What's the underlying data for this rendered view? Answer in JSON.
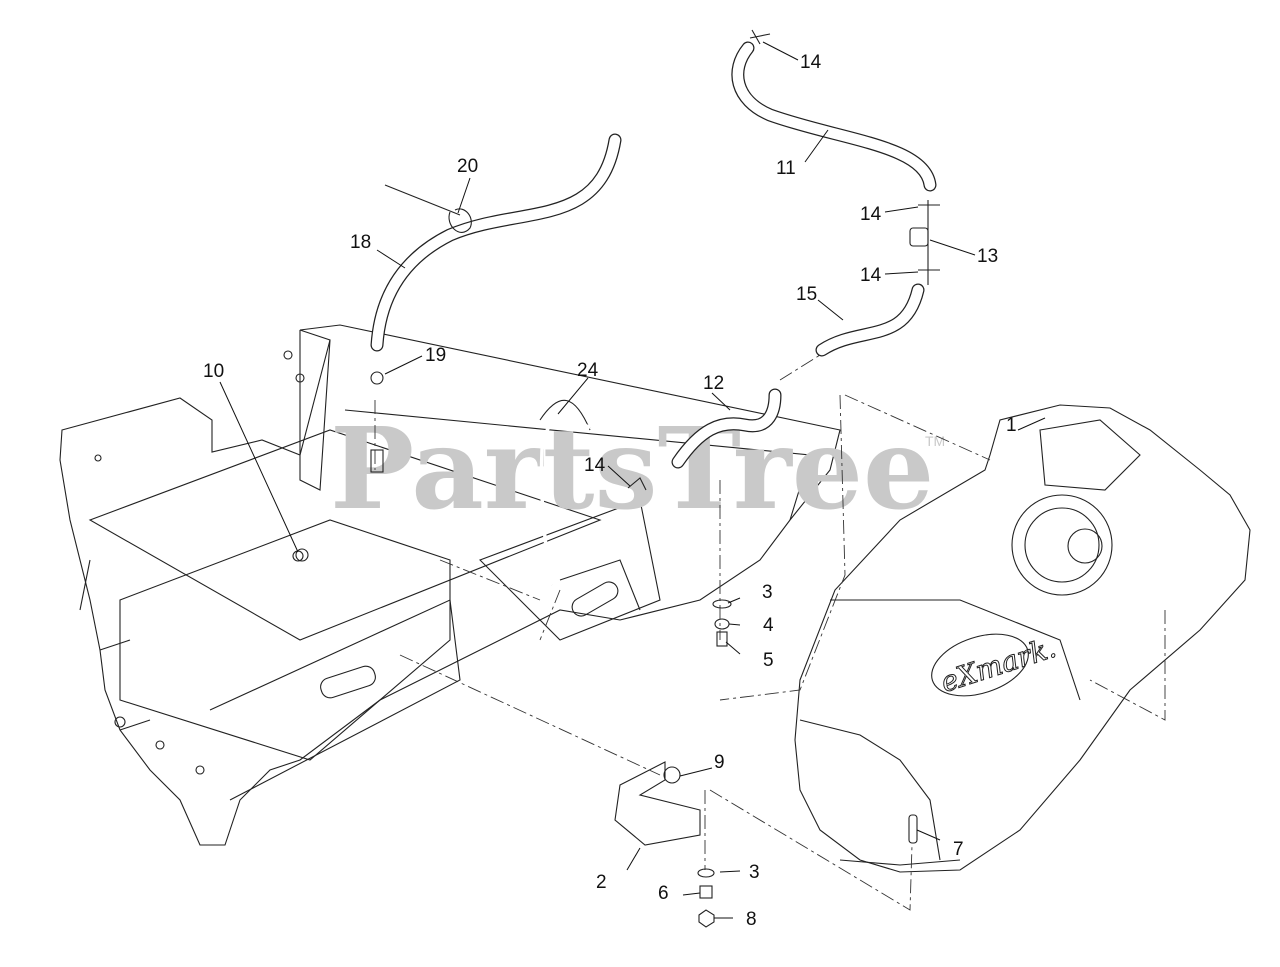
{
  "watermark": {
    "text": "PartsTree",
    "tm": "TM"
  },
  "brand_logo": "eXmark.",
  "callouts": [
    {
      "id": "c1",
      "label": "1"
    },
    {
      "id": "c2",
      "label": "2"
    },
    {
      "id": "c3a",
      "label": "3"
    },
    {
      "id": "c3b",
      "label": "3"
    },
    {
      "id": "c4",
      "label": "4"
    },
    {
      "id": "c5",
      "label": "5"
    },
    {
      "id": "c6",
      "label": "6"
    },
    {
      "id": "c7",
      "label": "7"
    },
    {
      "id": "c8",
      "label": "8"
    },
    {
      "id": "c9",
      "label": "9"
    },
    {
      "id": "c10",
      "label": "10"
    },
    {
      "id": "c11",
      "label": "11"
    },
    {
      "id": "c12",
      "label": "12"
    },
    {
      "id": "c13",
      "label": "13"
    },
    {
      "id": "c14a",
      "label": "14"
    },
    {
      "id": "c14b",
      "label": "14"
    },
    {
      "id": "c14c",
      "label": "14"
    },
    {
      "id": "c14d",
      "label": "14"
    },
    {
      "id": "c15",
      "label": "15"
    },
    {
      "id": "c18",
      "label": "18"
    },
    {
      "id": "c19",
      "label": "19"
    },
    {
      "id": "c20",
      "label": "20"
    },
    {
      "id": "c24",
      "label": "24"
    }
  ]
}
